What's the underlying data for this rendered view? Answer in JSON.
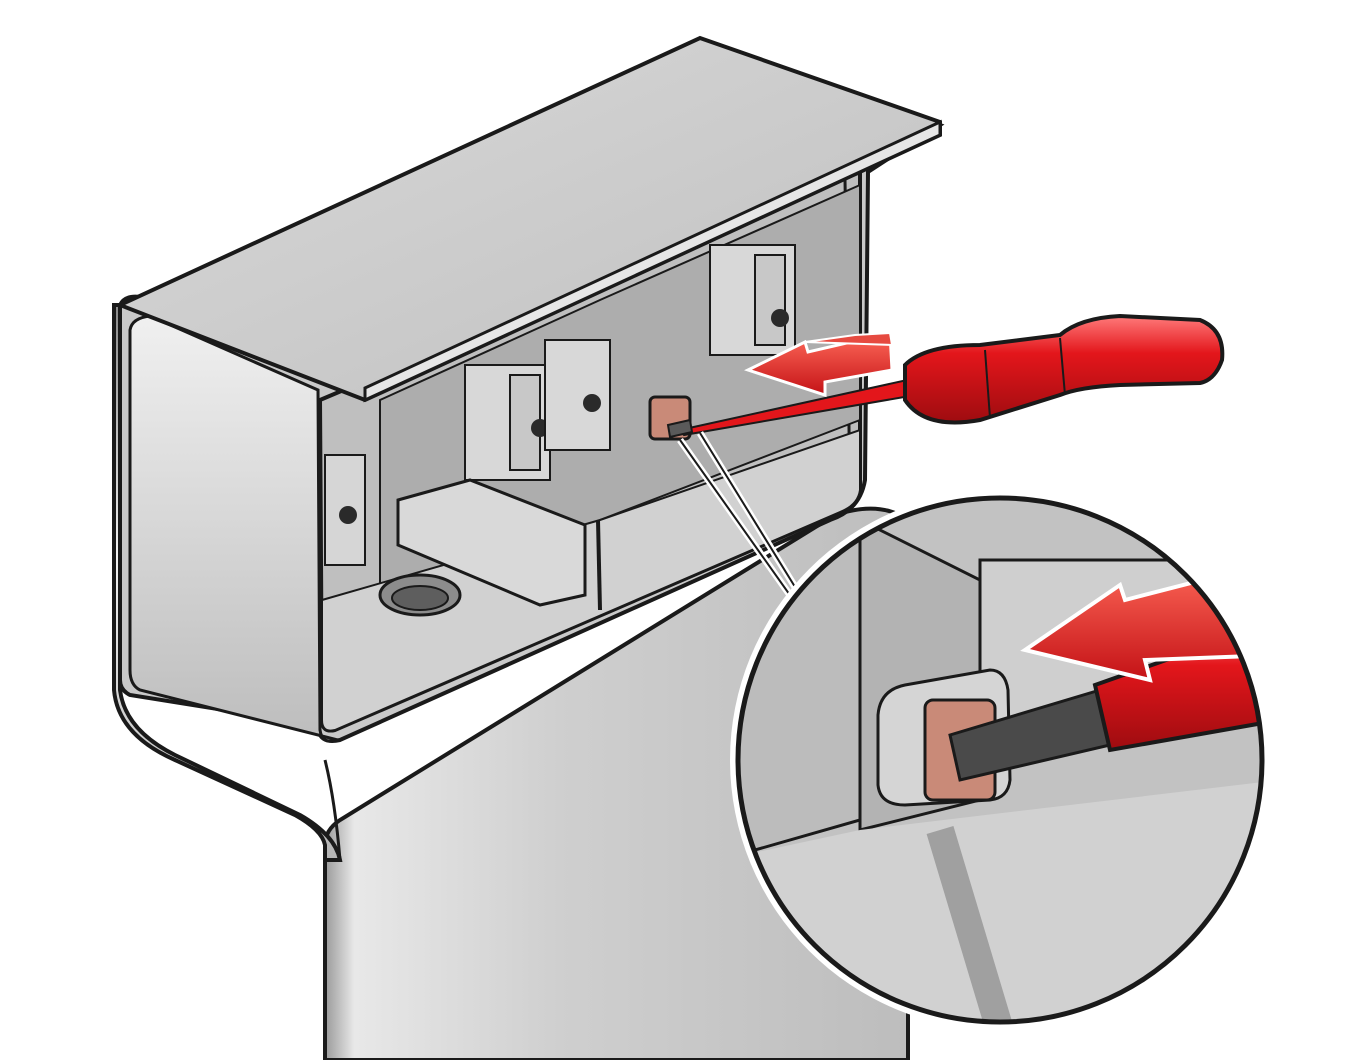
{
  "illustration": {
    "subject": "junction-box-terminal-release",
    "parts": {
      "housing": "housing",
      "lid": "lid",
      "terminal_blocks": 4,
      "release_tab": "release-tab",
      "screwdriver": "screwdriver",
      "direction_arrow": "direction-arrow",
      "magnifier": "detail-magnifier"
    },
    "colors": {
      "outline": "#1a1a1a",
      "metal_light": "#e3e3e3",
      "metal_mid": "#c4c4c4",
      "metal_dark": "#8f8f8f",
      "interior": "#bcbcbc",
      "handle_red": "#e3161b",
      "handle_highlight": "#ff8a8a",
      "arrow_red": "#e41a1c",
      "tab_copper": "#c98a78",
      "shaft_gray": "#5a5a5a"
    }
  }
}
